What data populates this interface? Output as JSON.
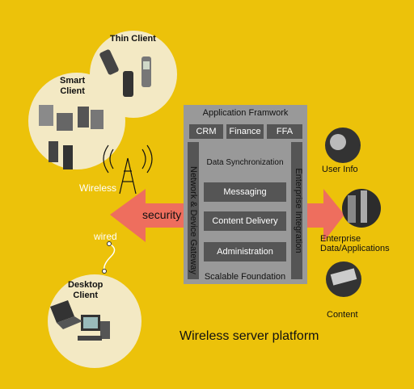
{
  "colors": {
    "background": "#ecc20a",
    "platform_outer": "#999999",
    "platform_inner": "#555555",
    "arrow": "#ee6e5e",
    "circle_fill": "#f3e9c4"
  },
  "clients": {
    "thin_client": "Thin Client",
    "smart_client": "Smart\nClient",
    "desktop_client": "Desktop\nClient",
    "wireless": "Wireless",
    "wired": "wired"
  },
  "platform": {
    "header": "Application Framwork",
    "modules": [
      "CRM",
      "Finance",
      "FFA"
    ],
    "left_side": "Network & Device Gateway",
    "right_side": "Enterprise Integration",
    "services": [
      "Data Synchronization",
      "Messaging",
      "Content Delivery",
      "Administration"
    ],
    "foundation": "Scalable Foundation"
  },
  "security_label": "security",
  "targets": {
    "user_info": "User Info",
    "enterprise": "Enterprise\nData/Applications",
    "content": "Content"
  },
  "caption": "Wireless server platform",
  "icons": [
    "cell-phone-icon",
    "pda-icon",
    "desktop-computer-icon",
    "laptop-icon",
    "antenna-tower-icon",
    "user-info-photo",
    "enterprise-photo",
    "content-photo"
  ]
}
